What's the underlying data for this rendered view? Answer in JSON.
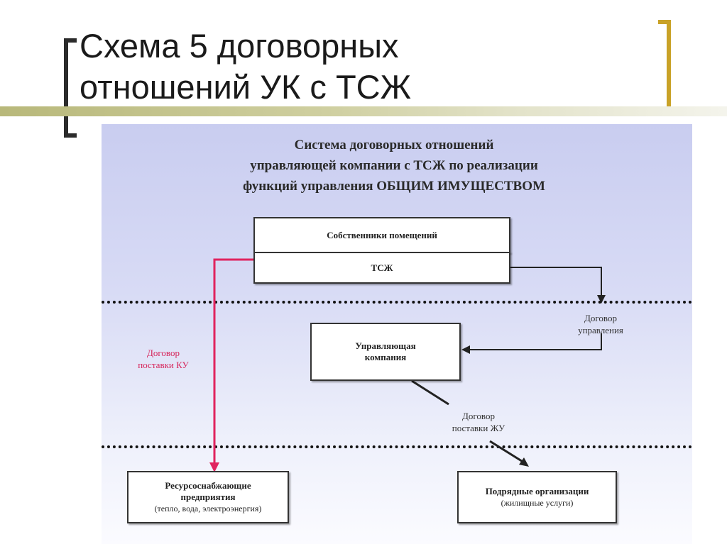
{
  "slide": {
    "title_lines": [
      "Схема 5 договорных",
      "отношений УК с ТСЖ"
    ]
  },
  "diagram": {
    "heading_lines": [
      "Система договорных отношений",
      "управляющей компании с ТСЖ по реализации",
      "функций управления ОБЩИМ ИМУЩЕСТВОМ"
    ],
    "nodes": {
      "owners": "Собственники помещений",
      "hoa": "ТСЖ",
      "management_company": [
        "Управляющая",
        "компания"
      ],
      "resource_suppliers": {
        "lines": [
          "Ресурсоснабжающие",
          "предприятия"
        ],
        "note": "(тепло, вода, электроэнергия)"
      },
      "contractors": {
        "lines": [
          "Подрядные организации"
        ],
        "note": "(жилищные услуги)"
      }
    },
    "edges": {
      "management_contract": [
        "Договор",
        "управления"
      ],
      "utility_supply_contract": [
        "Договор",
        "поставки КУ"
      ],
      "housing_supply_contract": [
        "Договор",
        "поставки ЖУ"
      ]
    }
  },
  "colors": {
    "accent_bracket": "#c9a227",
    "utility_contract_line": "#e0245e",
    "panel_top": "#c9cdf0"
  }
}
